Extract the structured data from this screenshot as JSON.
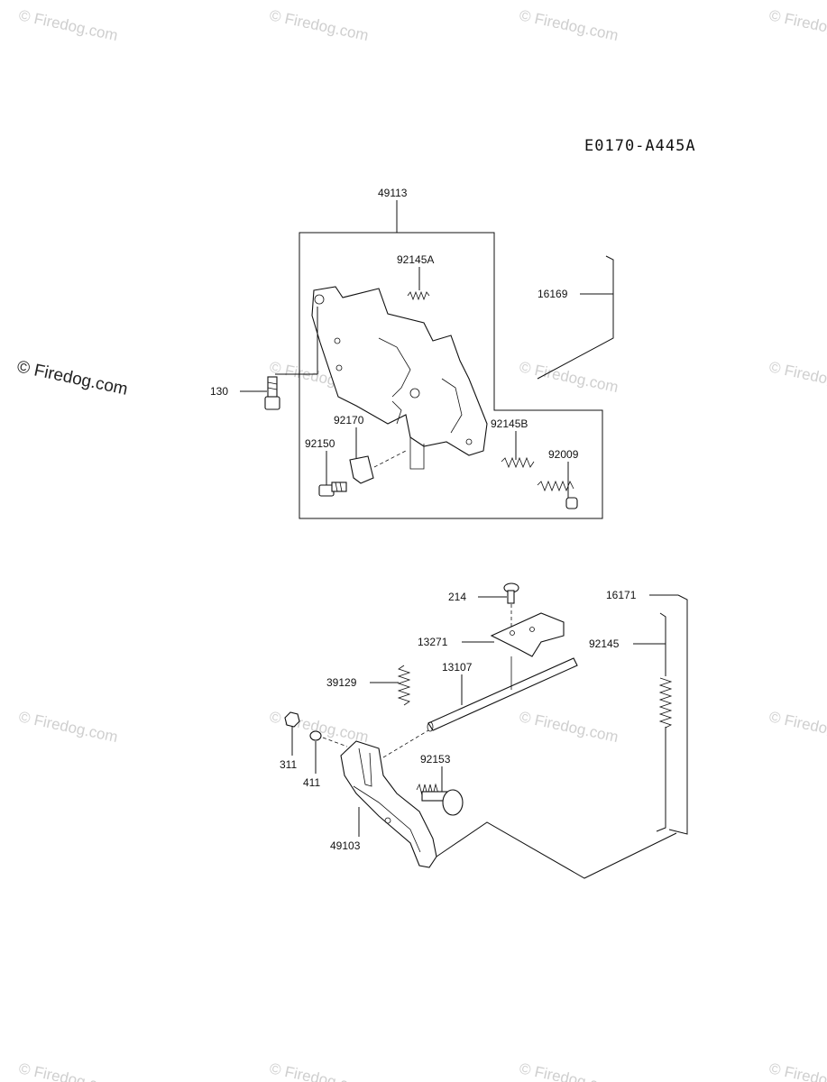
{
  "diagram_code": "E0170-A445A",
  "watermarks": {
    "main": "© Firedog.com",
    "faint": "© Firedog.com"
  },
  "labels": {
    "p49113": "49113",
    "p92145A": "92145A",
    "p16169": "16169",
    "p130": "130",
    "p92170": "92170",
    "p92145B": "92145B",
    "p92150": "92150",
    "p92009": "92009",
    "p214": "214",
    "p16171": "16171",
    "p13271": "13271",
    "p92145": "92145",
    "p13107": "13107",
    "p39129": "39129",
    "p92153": "92153",
    "p311": "311",
    "p411": "411",
    "p49103": "49103"
  }
}
